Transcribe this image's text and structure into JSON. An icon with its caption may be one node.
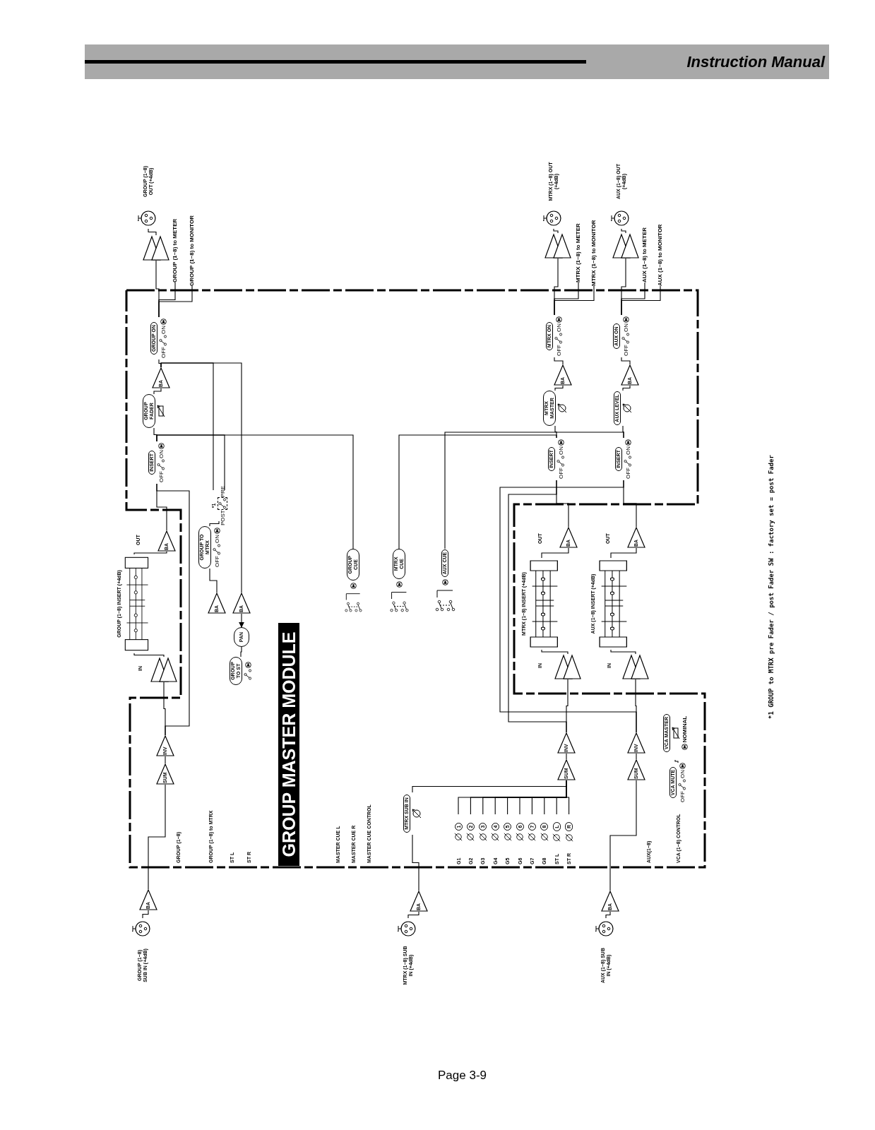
{
  "diagram": {
    "title": "GROUP MASTER MODULE",
    "nodes": [
      {
        "text": [
          "GROUP (1~8) SUB IN (+4dB)"
        ]
      },
      {
        "text": [
          "BA"
        ]
      },
      {
        "text": [
          "SUM"
        ]
      },
      {
        "text": [
          "INV"
        ]
      },
      {
        "text": [],
        "shape": "triangle"
      },
      {
        "text": [
          "GROUP (1~8) INSERT (+4dB)"
        ]
      },
      {
        "text": [
          "BA"
        ]
      },
      {
        "text": [
          "INSERT",
          "OFF",
          "ON"
        ]
      },
      {
        "text": [
          "GROUP FADER"
        ]
      },
      {
        "text": [
          "BA"
        ]
      },
      {
        "text": [
          "GROUP ON",
          "OFF",
          "ON"
        ]
      },
      {
        "text": [],
        "shape": "triangle"
      },
      {
        "text": [
          "GROUP (1~8) OUT (+4dB)"
        ]
      },
      {
        "text": [
          "GROUP (1~8) to METER"
        ]
      },
      {
        "text": [
          "GROUP (1~8) to MONITOR"
        ]
      },
      {
        "text": [
          "*1",
          "POST",
          "PRE"
        ]
      },
      {
        "text": [
          "GROUP TO MTRX",
          "OFF",
          "ON"
        ]
      },
      {
        "text": [
          "BA"
        ]
      },
      {
        "text": [
          "BA"
        ]
      },
      {
        "text": [
          "PAN"
        ]
      },
      {
        "text": [
          "GROUP TO ST"
        ]
      },
      {
        "text": [
          "GROUP CUE"
        ]
      },
      {
        "text": [
          "MTRX CUE"
        ]
      },
      {
        "text": [
          "AUX CUE"
        ]
      },
      {
        "text": [
          "MTRX (1~8) SUB IN (+4dB)"
        ]
      },
      {
        "text": [
          "BA"
        ]
      },
      {
        "text": [
          "MTRX SUB IN"
        ]
      },
      {
        "text": [
          "1"
        ]
      },
      {
        "text": [
          "2"
        ]
      },
      {
        "text": [
          "3"
        ]
      },
      {
        "text": [
          "4"
        ]
      },
      {
        "text": [
          "5"
        ]
      },
      {
        "text": [
          "6"
        ]
      },
      {
        "text": [
          "7"
        ]
      },
      {
        "text": [
          "8"
        ]
      },
      {
        "text": [
          "L"
        ]
      },
      {
        "text": [
          "R"
        ]
      },
      {
        "text": [
          "SUM"
        ]
      },
      {
        "text": [
          "INV"
        ]
      },
      {
        "text": [],
        "shape": "triangle"
      },
      {
        "text": [
          "MTRX (1~8) INSERT (+4dB)"
        ]
      },
      {
        "text": [
          "BA"
        ]
      },
      {
        "text": [
          "INSERT",
          "OFF",
          "ON"
        ]
      },
      {
        "text": [
          "MTRX MASTER"
        ]
      },
      {
        "text": [
          "BA"
        ]
      },
      {
        "text": [
          "MTRX ON",
          "OFF",
          "ON"
        ]
      },
      {
        "text": [],
        "shape": "triangle"
      },
      {
        "text": [
          "MTRX (1~8) OUT (+4dB)"
        ]
      },
      {
        "text": [
          "MTRX (1~8) to METER"
        ]
      },
      {
        "text": [
          "MTRX (1~8) to MONITOR"
        ]
      },
      {
        "text": [
          "AUX (1~8) SUB IN (+4dB)"
        ]
      },
      {
        "text": [
          "BA"
        ]
      },
      {
        "text": [
          "SUM"
        ]
      },
      {
        "text": [
          "INV"
        ]
      },
      {
        "text": [],
        "shape": "triangle"
      },
      {
        "text": [
          "AUX (1~8) INSERT (+4dB)"
        ]
      },
      {
        "text": [
          "BA"
        ]
      },
      {
        "text": [
          "INSERT",
          "OFF",
          "ON"
        ]
      },
      {
        "text": [
          "AUX LEVEL"
        ]
      },
      {
        "text": [
          "BA"
        ]
      },
      {
        "text": [
          "AUX ON",
          "OFF",
          "ON"
        ]
      },
      {
        "text": [],
        "shape": "triangle"
      },
      {
        "text": [
          "AUX (1~8) OUT (+4dB)"
        ]
      },
      {
        "text": [
          "AUX (1~8) to METER"
        ]
      },
      {
        "text": [
          "AUX (1~8) to MONITOR"
        ]
      },
      {
        "text": [
          "VCA MASTER",
          "NOMINAL"
        ]
      },
      {
        "text": [
          "VCA MUTE",
          "OFF",
          "ON"
        ]
      }
    ],
    "edges": [
      {
        "from": 0,
        "to": 1,
        "arrow": "none"
      },
      {
        "from": 1,
        "to": 2,
        "arrow": "none"
      },
      {
        "from": 2,
        "to": 3,
        "arrow": "none"
      },
      {
        "from": 3,
        "to": 4,
        "arrow": "none"
      },
      {
        "from": 4,
        "to": 5,
        "arrow": "none"
      },
      {
        "from": 5,
        "to": 6,
        "arrow": "none"
      },
      {
        "from": 6,
        "to": 7,
        "arrow": "none"
      },
      {
        "from": 3,
        "to": 7,
        "arrow": "none"
      },
      {
        "from": 7,
        "to": 8,
        "arrow": "none"
      },
      {
        "from": 8,
        "to": 9,
        "arrow": "none"
      },
      {
        "from": 9,
        "to": 10,
        "arrow": "none"
      },
      {
        "from": 10,
        "to": 11,
        "arrow": "none"
      },
      {
        "from": 11,
        "to": 12,
        "arrow": "none"
      },
      {
        "from": 10,
        "to": 13,
        "arrow": "none"
      },
      {
        "from": 10,
        "to": 14,
        "arrow": "none"
      },
      {
        "from": 7,
        "to": 15,
        "arrow": "none"
      },
      {
        "from": 9,
        "to": 15,
        "arrow": "none"
      },
      {
        "from": 15,
        "to": 16,
        "arrow": "none"
      },
      {
        "from": 16,
        "to": 17,
        "arrow": "none"
      },
      {
        "from": 9,
        "to": 18,
        "arrow": "none"
      },
      {
        "from": 18,
        "to": 19,
        "arrow": "to"
      },
      {
        "from": 19,
        "to": 20,
        "arrow": "none"
      },
      {
        "from": 7,
        "to": 21,
        "arrow": "none"
      },
      {
        "from": 24,
        "to": 25,
        "arrow": "none"
      },
      {
        "from": 25,
        "to": 26,
        "arrow": "none"
      },
      {
        "from": 26,
        "to": 37,
        "arrow": "none"
      },
      {
        "from": 27,
        "to": 37,
        "arrow": "none"
      },
      {
        "from": 28,
        "to": 37,
        "arrow": "none"
      },
      {
        "from": 29,
        "to": 37,
        "arrow": "none"
      },
      {
        "from": 30,
        "to": 37,
        "arrow": "none"
      },
      {
        "from": 31,
        "to": 37,
        "arrow": "none"
      },
      {
        "from": 32,
        "to": 37,
        "arrow": "none"
      },
      {
        "from": 33,
        "to": 37,
        "arrow": "none"
      },
      {
        "from": 34,
        "to": 37,
        "arrow": "none"
      },
      {
        "from": 35,
        "to": 37,
        "arrow": "none"
      },
      {
        "from": 36,
        "to": 37,
        "arrow": "none"
      },
      {
        "from": 37,
        "to": 38,
        "arrow": "none"
      },
      {
        "from": 38,
        "to": 39,
        "arrow": "none"
      },
      {
        "from": 39,
        "to": 40,
        "arrow": "none"
      },
      {
        "from": 40,
        "to": 41,
        "arrow": "none"
      },
      {
        "from": 41,
        "to": 42,
        "arrow": "none"
      },
      {
        "from": 38,
        "to": 42,
        "arrow": "none"
      },
      {
        "from": 42,
        "to": 43,
        "arrow": "none"
      },
      {
        "from": 43,
        "to": 44,
        "arrow": "none"
      },
      {
        "from": 44,
        "to": 45,
        "arrow": "none"
      },
      {
        "from": 45,
        "to": 46,
        "arrow": "none"
      },
      {
        "from": 46,
        "to": 47,
        "arrow": "none"
      },
      {
        "from": 45,
        "to": 48,
        "arrow": "none"
      },
      {
        "from": 45,
        "to": 49,
        "arrow": "none"
      },
      {
        "from": 42,
        "to": 22,
        "arrow": "none"
      },
      {
        "from": 50,
        "to": 51,
        "arrow": "none"
      },
      {
        "from": 51,
        "to": 52,
        "arrow": "none"
      },
      {
        "from": 52,
        "to": 53,
        "arrow": "none"
      },
      {
        "from": 53,
        "to": 54,
        "arrow": "none"
      },
      {
        "from": 54,
        "to": 55,
        "arrow": "none"
      },
      {
        "from": 55,
        "to": 56,
        "arrow": "none"
      },
      {
        "from": 56,
        "to": 57,
        "arrow": "none"
      },
      {
        "from": 53,
        "to": 57,
        "arrow": "none"
      },
      {
        "from": 57,
        "to": 58,
        "arrow": "none"
      },
      {
        "from": 58,
        "to": 59,
        "arrow": "none"
      },
      {
        "from": 59,
        "to": 60,
        "arrow": "none"
      },
      {
        "from": 60,
        "to": 61,
        "arrow": "none"
      },
      {
        "from": 61,
        "to": 62,
        "arrow": "none"
      },
      {
        "from": 60,
        "to": 63,
        "arrow": "none"
      },
      {
        "from": 60,
        "to": 64,
        "arrow": "none"
      },
      {
        "from": 57,
        "to": 23,
        "arrow": "none"
      },
      {
        "from": 65,
        "to": 66,
        "arrow": "none"
      }
    ],
    "labels": [
      "GROUP (1~8)",
      "GROUP (1~8) to MTRX",
      "ST L",
      "ST R",
      "MASTER CUE L",
      "MASTER CUE R",
      "MASTER CUE CONTROL",
      "G1",
      "G2",
      "G3",
      "G4",
      "G5",
      "G6",
      "G7",
      "G8",
      "ST L",
      "ST R",
      "AUX(1~8)",
      "VCA (1~8) CONTROL",
      "IN",
      "OUT",
      "IN",
      "OUT",
      "IN",
      "OUT",
      "*1 GROUP to MTRX pre Fader / post Fader SW : factory set = post Fader",
      "Instruction Manual",
      "Page 3-9"
    ]
  }
}
